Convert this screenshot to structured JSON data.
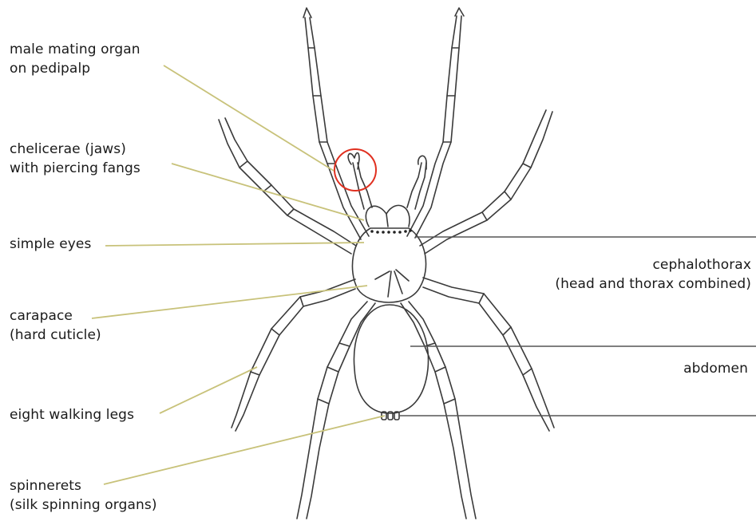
{
  "colors": {
    "leader_left": "#c8c27a",
    "leader_right": "#555555",
    "outline": "#3a3a3a",
    "highlight_circle": "#e03020"
  },
  "labels": {
    "male_mating_organ": [
      "male mating organ",
      "on pedipalp"
    ],
    "chelicerae": [
      "chelicerae (jaws)",
      "with piercing fangs"
    ],
    "simple_eyes": [
      "simple eyes"
    ],
    "carapace": [
      "carapace",
      "(hard cuticle)"
    ],
    "walking_legs": [
      "eight walking legs"
    ],
    "spinnerets": [
      "spinnerets",
      "(silk spinning organs)"
    ],
    "cephalothorax": [
      "cephalothorax",
      "(head and thorax combined)"
    ],
    "abdomen": [
      "abdomen"
    ]
  }
}
